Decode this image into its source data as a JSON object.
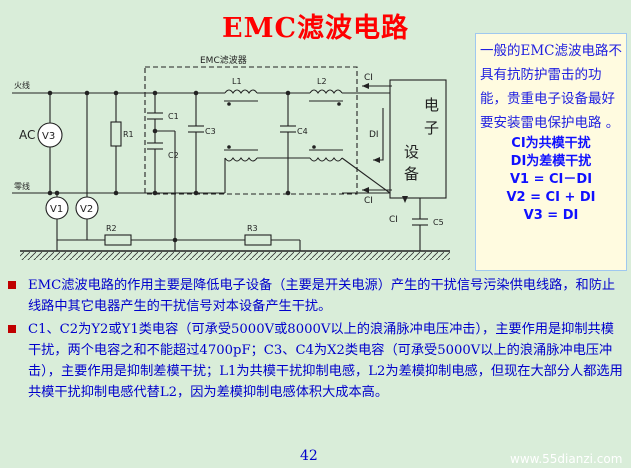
{
  "slide": {
    "title": "EMC滤波电路",
    "page_number": "42",
    "watermark": "www.55dianzi.com"
  },
  "circuit": {
    "filter_box_label": "EMC滤波器",
    "live_wire": "火线",
    "neutral_wire": "零线",
    "source_label": "AC",
    "voltmeters": [
      "V3",
      "V1",
      "V2"
    ],
    "resistors": [
      "R1",
      "R2",
      "R3"
    ],
    "capacitors": [
      "C1",
      "C2",
      "C3",
      "C4",
      "C5"
    ],
    "inductors": [
      "L1",
      "L2"
    ],
    "device_label": "电子设备",
    "ci_label": "CI",
    "di_label": "DI"
  },
  "note": {
    "intro": "一般的EMC滤波电路不具有抗防护雷击的功能，贵重电子设备最好要安装雷电保护电路 。",
    "lines": [
      "CI为共模干扰",
      "DI为差模干扰",
      "V1 = CI－DI",
      "V2 = CI + DI",
      "V3 = DI"
    ]
  },
  "bullets": [
    "EMC滤波电路的作用主要是降低电子设备（主要是开关电源）产生的干扰信号污染供电线路，和防止线路中其它电器产生的干扰信号对本设备产生干扰。",
    "C1、C2为Y2或Y1类电容（可承受5000V或8000V以上的浪涌脉冲电压冲击），主要作用是抑制共模干扰，两个电容之和不能超过4700pF；C3、C4为X2类电容（可承受5000V以上的浪涌脉冲电压冲击），主要作用是抑制差模干扰；L1为共模干扰抑制电感，L2为差模抑制电感，但现在大部分人都选用共模干扰抑制电感代替L2，因为差模抑制电感体积大成本高。"
  ],
  "colors": {
    "background": "#d9edd9",
    "title": "#ff0000",
    "body_text": "#0000cc",
    "note_bg": "#fffbe0"
  }
}
